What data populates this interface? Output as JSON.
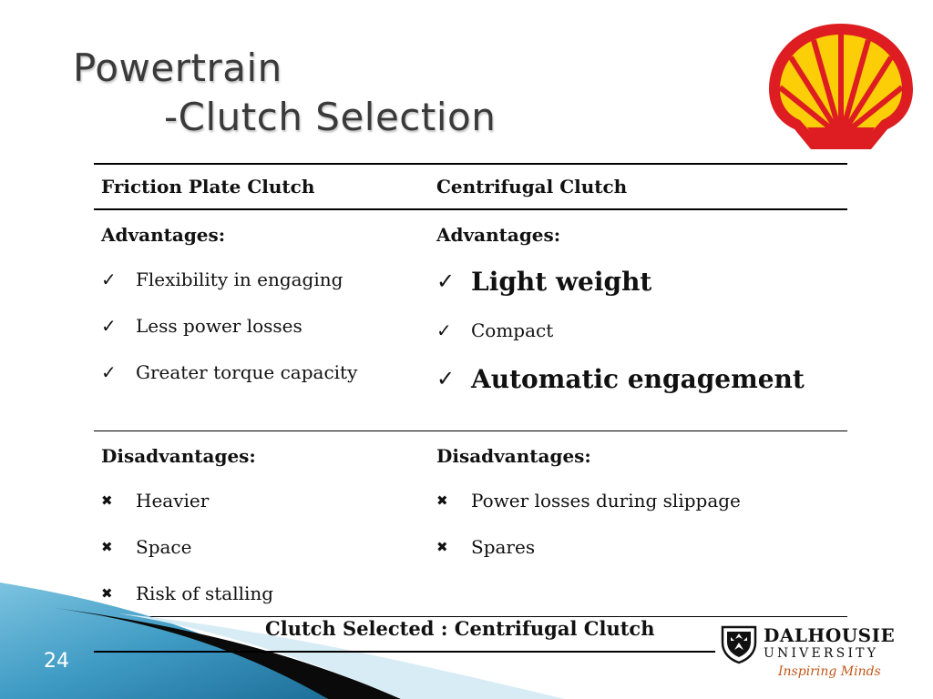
{
  "slide": {
    "title_line1": "Powertrain",
    "title_line2": "-Clutch Selection",
    "page_number": "24"
  },
  "table": {
    "headers": [
      "Friction Plate Clutch",
      "Centrifugal Clutch"
    ],
    "advantages_label": "Advantages:",
    "disadvantages_label": "Disadvantages:",
    "friction_advantages": [
      "Flexibility in engaging",
      "Less power losses",
      "Greater torque capacity"
    ],
    "centrifugal_advantages": [
      "Light weight",
      "Compact",
      "Automatic engagement"
    ],
    "friction_disadvantages": [
      "Heavier",
      "Space",
      "Risk of stalling"
    ],
    "centrifugal_disadvantages": [
      "Power losses during slippage",
      "Spares"
    ]
  },
  "conclusion": "Clutch Selected : Centrifugal Clutch",
  "dalhousie_logo": {
    "name": "DALHOUSIE",
    "university": "UNIVERSITY",
    "tagline": "Inspiring Minds"
  },
  "icons": {
    "check": "✓",
    "cross": "✖"
  },
  "colors": {
    "shell_red": "#dd1d21",
    "shell_yellow": "#fbce07",
    "swoosh_blue": "#3f9bc4",
    "dal_orange": "#c2571a"
  }
}
